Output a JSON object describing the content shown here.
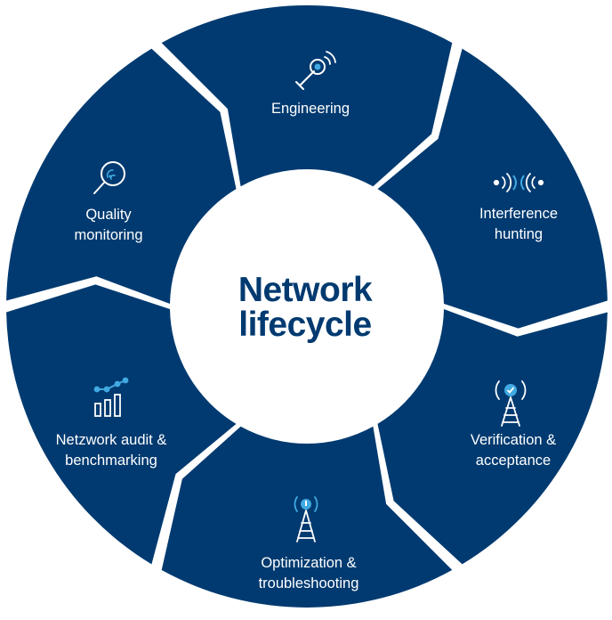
{
  "diagram": {
    "center_title": [
      "Network",
      "lifecycle"
    ],
    "colors": {
      "segment": "#003a70",
      "background": "#ffffff",
      "label_text": "#ffffff",
      "icon_accent": "#41a9e1",
      "title_text": "#003a70"
    },
    "segments": [
      {
        "lines": [
          "Engineering"
        ],
        "icon": "wrench-signal-icon"
      },
      {
        "lines": [
          "Interference",
          "hunting"
        ],
        "icon": "signal-waves-icon"
      },
      {
        "lines": [
          "Verification &",
          "acceptance"
        ],
        "icon": "antenna-check-icon"
      },
      {
        "lines": [
          "Optimization &",
          "troubleshooting"
        ],
        "icon": "antenna-tower-icon"
      },
      {
        "lines": [
          "Netzwork audit &",
          "benchmarking"
        ],
        "icon": "chart-graph-icon"
      },
      {
        "lines": [
          "Quality",
          "monitoring"
        ],
        "icon": "magnifier-icon"
      }
    ]
  }
}
